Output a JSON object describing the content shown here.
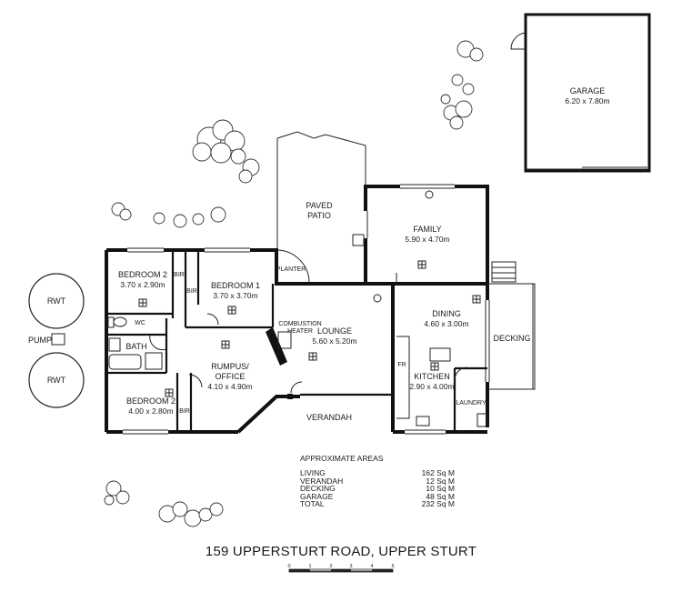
{
  "rooms": {
    "garage": {
      "name": "GARAGE",
      "dim": "6.20 x 7.80m"
    },
    "patio": {
      "line1": "PAVED",
      "line2": "PATIO"
    },
    "family": {
      "name": "FAMILY",
      "dim": "5.90 x 4.70m"
    },
    "planter": "PLANTER",
    "bedroom2_top": {
      "name": "BEDROOM 2",
      "dim": "3.70 x 2.90m"
    },
    "bedroom1": {
      "name": "BEDROOM 1",
      "dim": "3.70 x 3.70m"
    },
    "lounge": {
      "name": "LOUNGE",
      "dim": "5.60 x 5.20m"
    },
    "combustion": {
      "line1": "COMBUSTION",
      "line2": "HEATER"
    },
    "dining": {
      "name": "DINING",
      "dim": "4.60 x 3.00m"
    },
    "decking": "DECKING",
    "kitchen": {
      "name": "KITCHEN",
      "dim": "2.90 x 4.00m"
    },
    "fr": "FR",
    "laundry": "LAUNDRY",
    "rumpus": {
      "line1": "RUMPUS/",
      "line2": "OFFICE",
      "dim": "4.10 x 4.90m"
    },
    "bedroom2_bottom": {
      "name": "BEDROOM 2",
      "dim": "4.00 x 2.80m"
    },
    "bir": "BIR",
    "wc": "WC",
    "bath": "BATH",
    "verandah": "VERANDAH"
  },
  "outside": {
    "rwt": "RWT",
    "pump": "PUMP"
  },
  "areas": {
    "heading": "APPROXIMATE AREAS",
    "rows": [
      {
        "label": "LIVING",
        "value": "162 Sq M"
      },
      {
        "label": "VERANDAH",
        "value": "12 Sq M"
      },
      {
        "label": "DECKING",
        "value": "10 Sq M"
      },
      {
        "label": "GARAGE",
        "value": "48 Sq M"
      },
      {
        "label": "TOTAL",
        "value": "232 Sq M"
      }
    ]
  },
  "title": "159 UPPERSTURT ROAD, UPPER STURT",
  "scale": {
    "ticks": [
      "0",
      "1",
      "2",
      "3",
      "4",
      "5"
    ]
  }
}
